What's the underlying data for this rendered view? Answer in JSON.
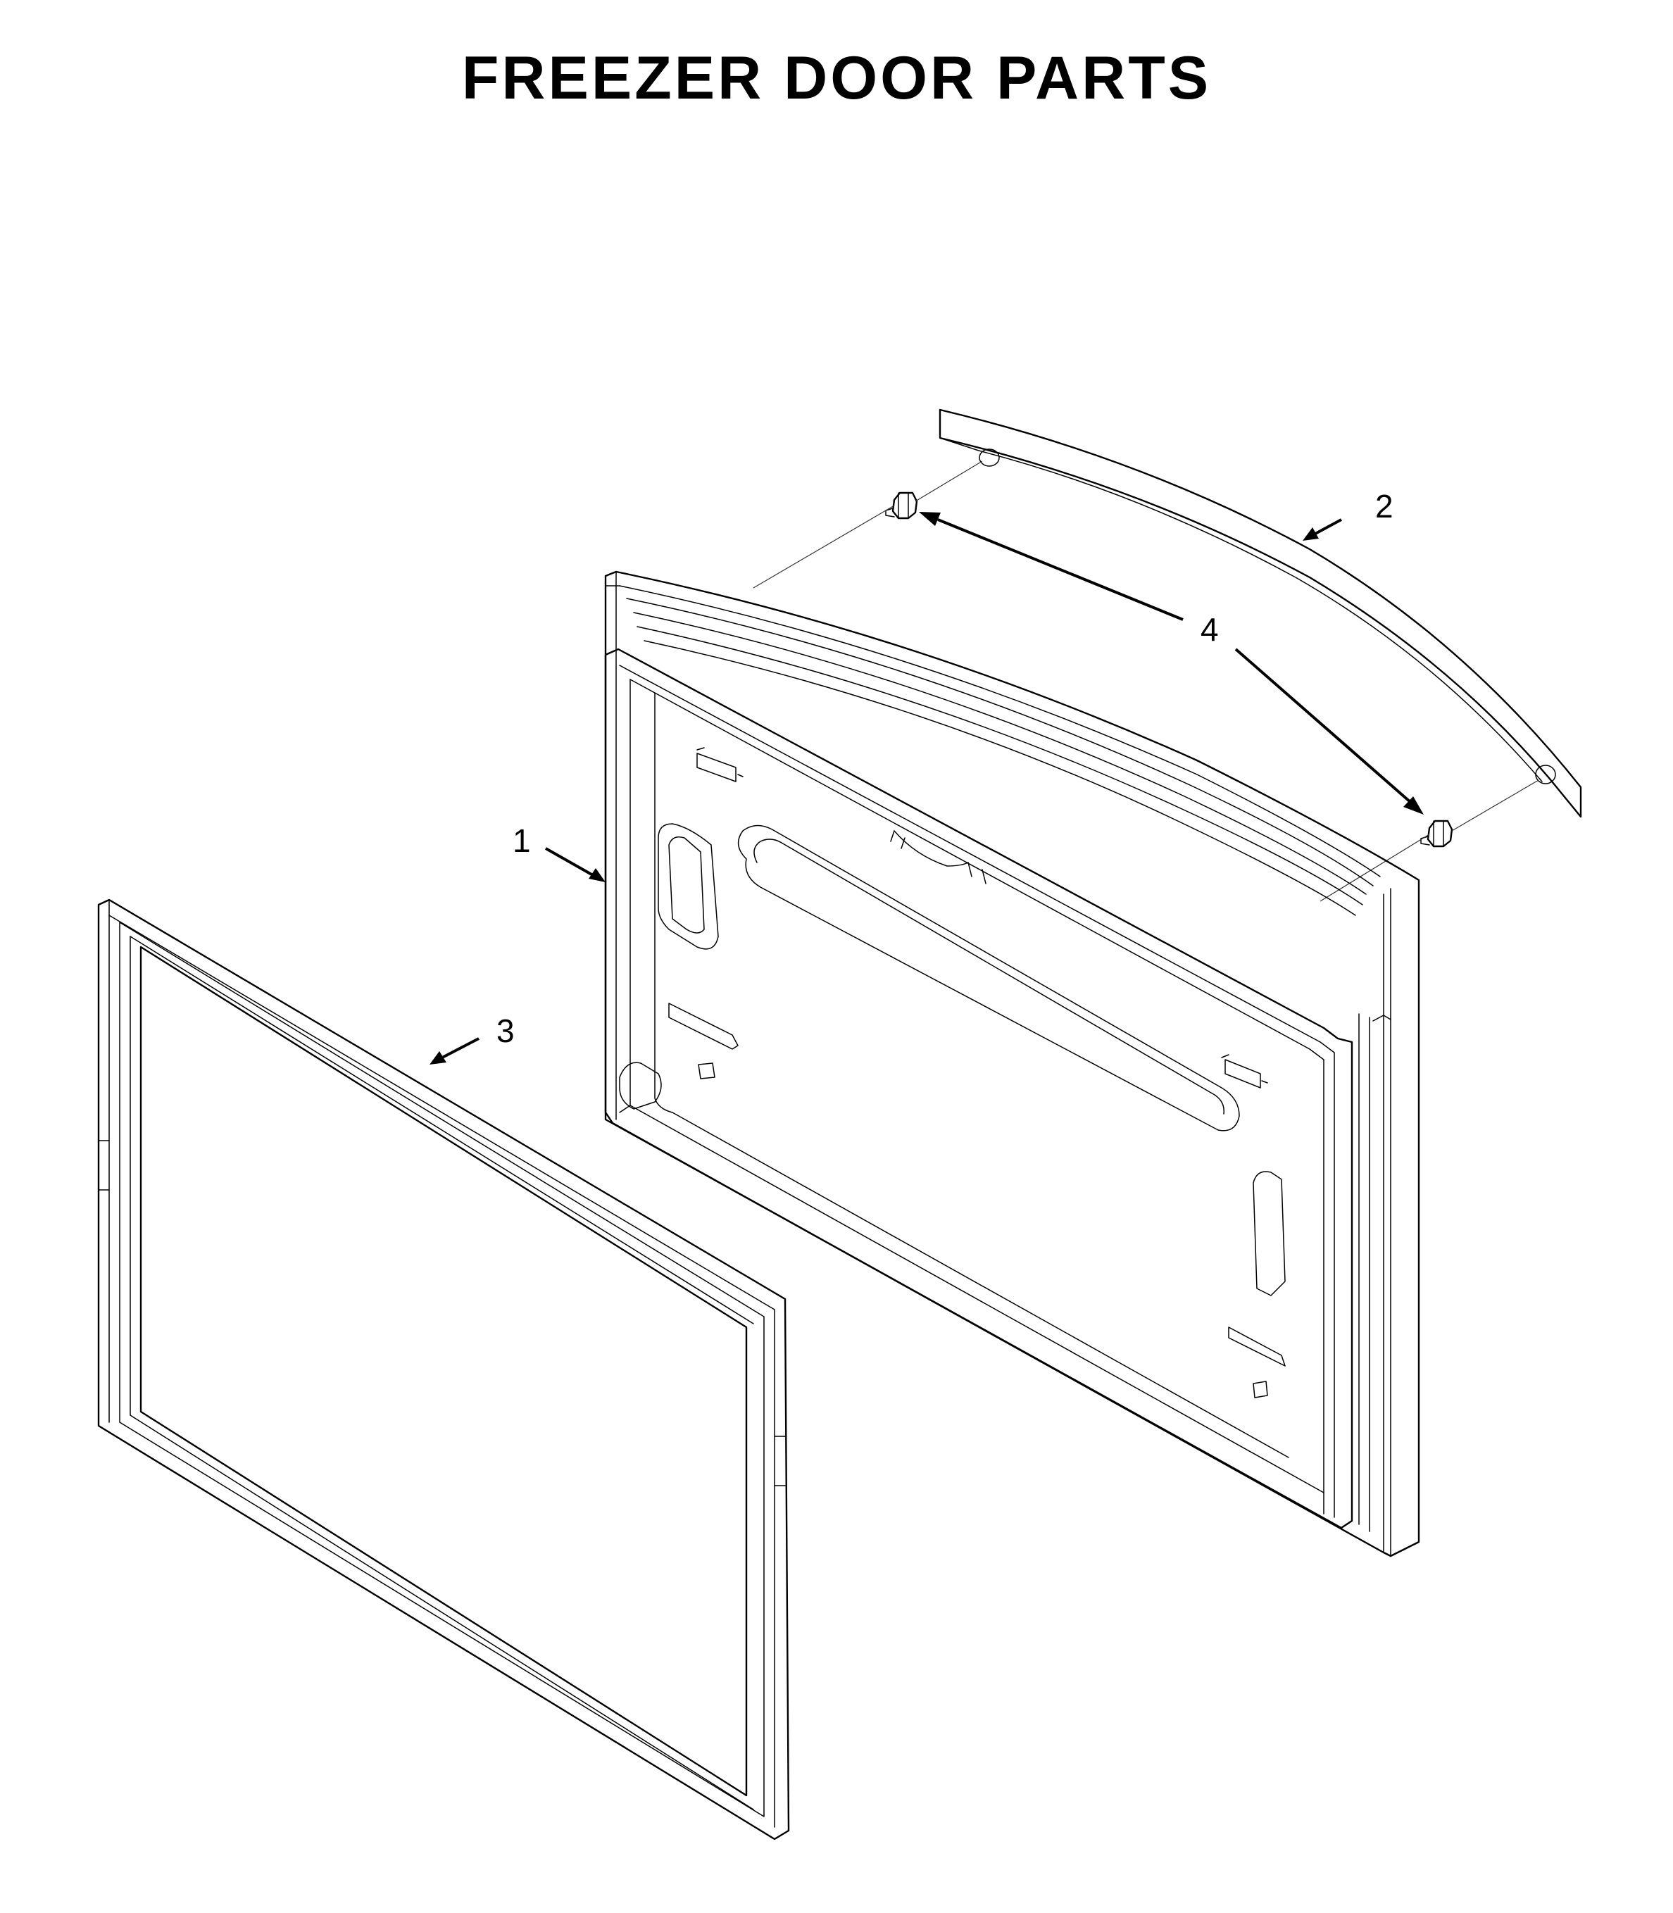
{
  "title": "FREEZER DOOR PARTS",
  "callouts": [
    {
      "id": "1",
      "label": "1",
      "part": "door"
    },
    {
      "id": "2",
      "label": "2",
      "part": "handle"
    },
    {
      "id": "3",
      "label": "3",
      "part": "gasket"
    },
    {
      "id": "4",
      "label": "4",
      "part": "handle-mounting-studs"
    }
  ],
  "colors": {
    "line": "#000000",
    "background": "#ffffff"
  }
}
